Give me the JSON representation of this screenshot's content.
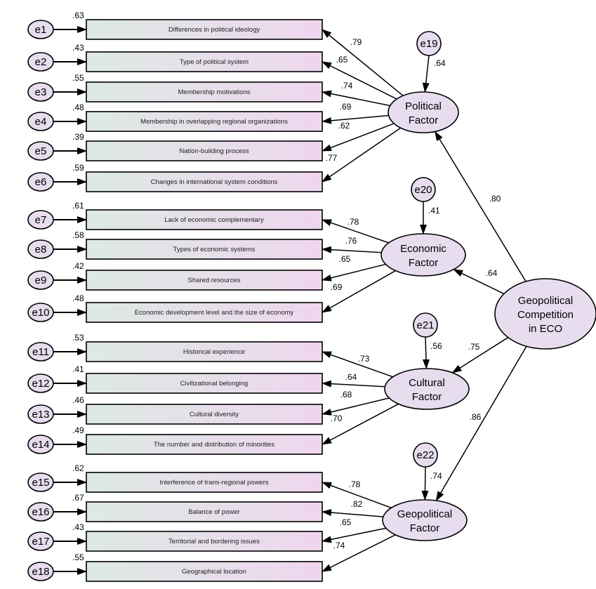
{
  "colors": {
    "ellipse_fill": "#e7ddef",
    "box_fill_left": "#dde9e4",
    "box_fill_right": "#efd6ef",
    "stroke": "#000000"
  },
  "higher_factor": {
    "lines": [
      "Geopolitical",
      "Competition",
      "in ECO"
    ]
  },
  "factors": [
    {
      "id": "political",
      "lines": [
        "Political",
        "Factor"
      ],
      "error": {
        "label": "e19",
        "value": ".64"
      },
      "loading_from_higher": ".80",
      "indicators": [
        {
          "error": "e1",
          "r2": ".63",
          "label": "Differences in political ideology",
          "loading": ".79"
        },
        {
          "error": "e2",
          "r2": ".43",
          "label": "Type of political system",
          "loading": ".65"
        },
        {
          "error": "e3",
          "r2": ".55",
          "label": "Membership motivations",
          "loading": ".74"
        },
        {
          "error": "e4",
          "r2": ".48",
          "label": "Membership in overlapping regional organizations",
          "loading": ".69"
        },
        {
          "error": "e5",
          "r2": ".39",
          "label": "Nation-building process",
          "loading": ".62"
        },
        {
          "error": "e6",
          "r2": ".59",
          "label": "Changes in international system conditions",
          "loading": ".77"
        }
      ]
    },
    {
      "id": "economic",
      "lines": [
        "Economic",
        "Factor"
      ],
      "error": {
        "label": "e20",
        "value": ".41"
      },
      "loading_from_higher": ".64",
      "indicators": [
        {
          "error": "e7",
          "r2": ".61",
          "label": "Lack of economic complementary",
          "loading": ".78"
        },
        {
          "error": "e8",
          "r2": ".58",
          "label": "Types of economic systems",
          "loading": ".76"
        },
        {
          "error": "e9",
          "r2": ".42",
          "label": "Shared resources",
          "loading": ".65"
        },
        {
          "error": "e10",
          "r2": ".48",
          "label": "Economic development level and the size of economy",
          "loading": ".69"
        }
      ]
    },
    {
      "id": "cultural",
      "lines": [
        "Cultural",
        "Factor"
      ],
      "error": {
        "label": "e21",
        "value": ".56"
      },
      "loading_from_higher": ".75",
      "indicators": [
        {
          "error": "e11",
          "r2": ".53",
          "label": "Historical experience",
          "loading": ".73"
        },
        {
          "error": "e12",
          "r2": ".41",
          "label": "Civilizational belonging",
          "loading": ".64"
        },
        {
          "error": "e13",
          "r2": ".46",
          "label": "Cultural diversity",
          "loading": ".68"
        },
        {
          "error": "e14",
          "r2": ".49",
          "label": "The number and distribution of minorities",
          "loading": ".70"
        }
      ]
    },
    {
      "id": "geopolitical",
      "lines": [
        "Geopolitical",
        "Factor"
      ],
      "error": {
        "label": "e22",
        "value": ".74"
      },
      "loading_from_higher": ".86",
      "indicators": [
        {
          "error": "e15",
          "r2": ".62",
          "label": "Interference of trans-regional powers",
          "loading": ".78"
        },
        {
          "error": "e16",
          "r2": ".67",
          "label": "Balance of power",
          "loading": ".82"
        },
        {
          "error": "e17",
          "r2": ".43",
          "label": "Territorial and bordering issues",
          "loading": ".65"
        },
        {
          "error": "e18",
          "r2": ".55",
          "label": "Geographical location",
          "loading": ".74"
        }
      ]
    }
  ]
}
